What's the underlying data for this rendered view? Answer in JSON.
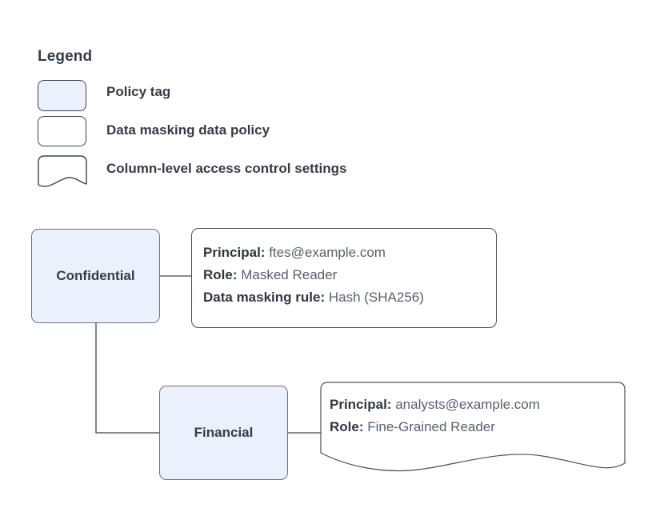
{
  "legend": {
    "title": "Legend",
    "items": [
      {
        "label": "Policy tag",
        "swatch": "policy-tag-swatch",
        "shape": "rounded-rect",
        "fill": "#eaf1fd"
      },
      {
        "label": "Data masking data policy",
        "swatch": "data-masking-policy-swatch",
        "shape": "rounded-rect",
        "fill": "#ffffff"
      },
      {
        "label": "Column-level access control settings",
        "swatch": "column-access-settings-swatch",
        "shape": "wave-bottom-rect",
        "fill": "#ffffff"
      }
    ]
  },
  "diagram": {
    "nodes": [
      {
        "id": "confidential",
        "label": "Confidential",
        "fill": "#eaf1fd",
        "stroke": "#6a7280"
      },
      {
        "id": "financial",
        "label": "Financial",
        "fill": "#eaf1fd",
        "stroke": "#6a7280"
      }
    ],
    "details": [
      {
        "id": "confidential-policy",
        "shape": "rounded-rect",
        "lines": [
          {
            "key": "Principal:",
            "value": "ftes@example.com"
          },
          {
            "key": "Role:",
            "value": "Masked Reader"
          },
          {
            "key": "Data masking rule:",
            "value": "Hash (SHA256)"
          }
        ]
      },
      {
        "id": "financial-access",
        "shape": "wave-bottom-rect",
        "lines": [
          {
            "key": "Principal:",
            "value": "analysts@example.com"
          },
          {
            "key": "Role:",
            "value": "Fine-Grained Reader"
          }
        ]
      }
    ],
    "edges": [
      {
        "from": "confidential",
        "to": "confidential-policy",
        "style": "straight"
      },
      {
        "from": "confidential",
        "to": "financial",
        "style": "elbow"
      },
      {
        "from": "financial",
        "to": "financial-access",
        "style": "straight"
      }
    ],
    "colors": {
      "node_fill": "#eaf1fd",
      "node_stroke": "#6a7280",
      "box_stroke": "#4a505c",
      "edge_stroke": "#3d4450",
      "text": "#343c49",
      "value_text": "#56606e",
      "background": "#ffffff"
    }
  }
}
